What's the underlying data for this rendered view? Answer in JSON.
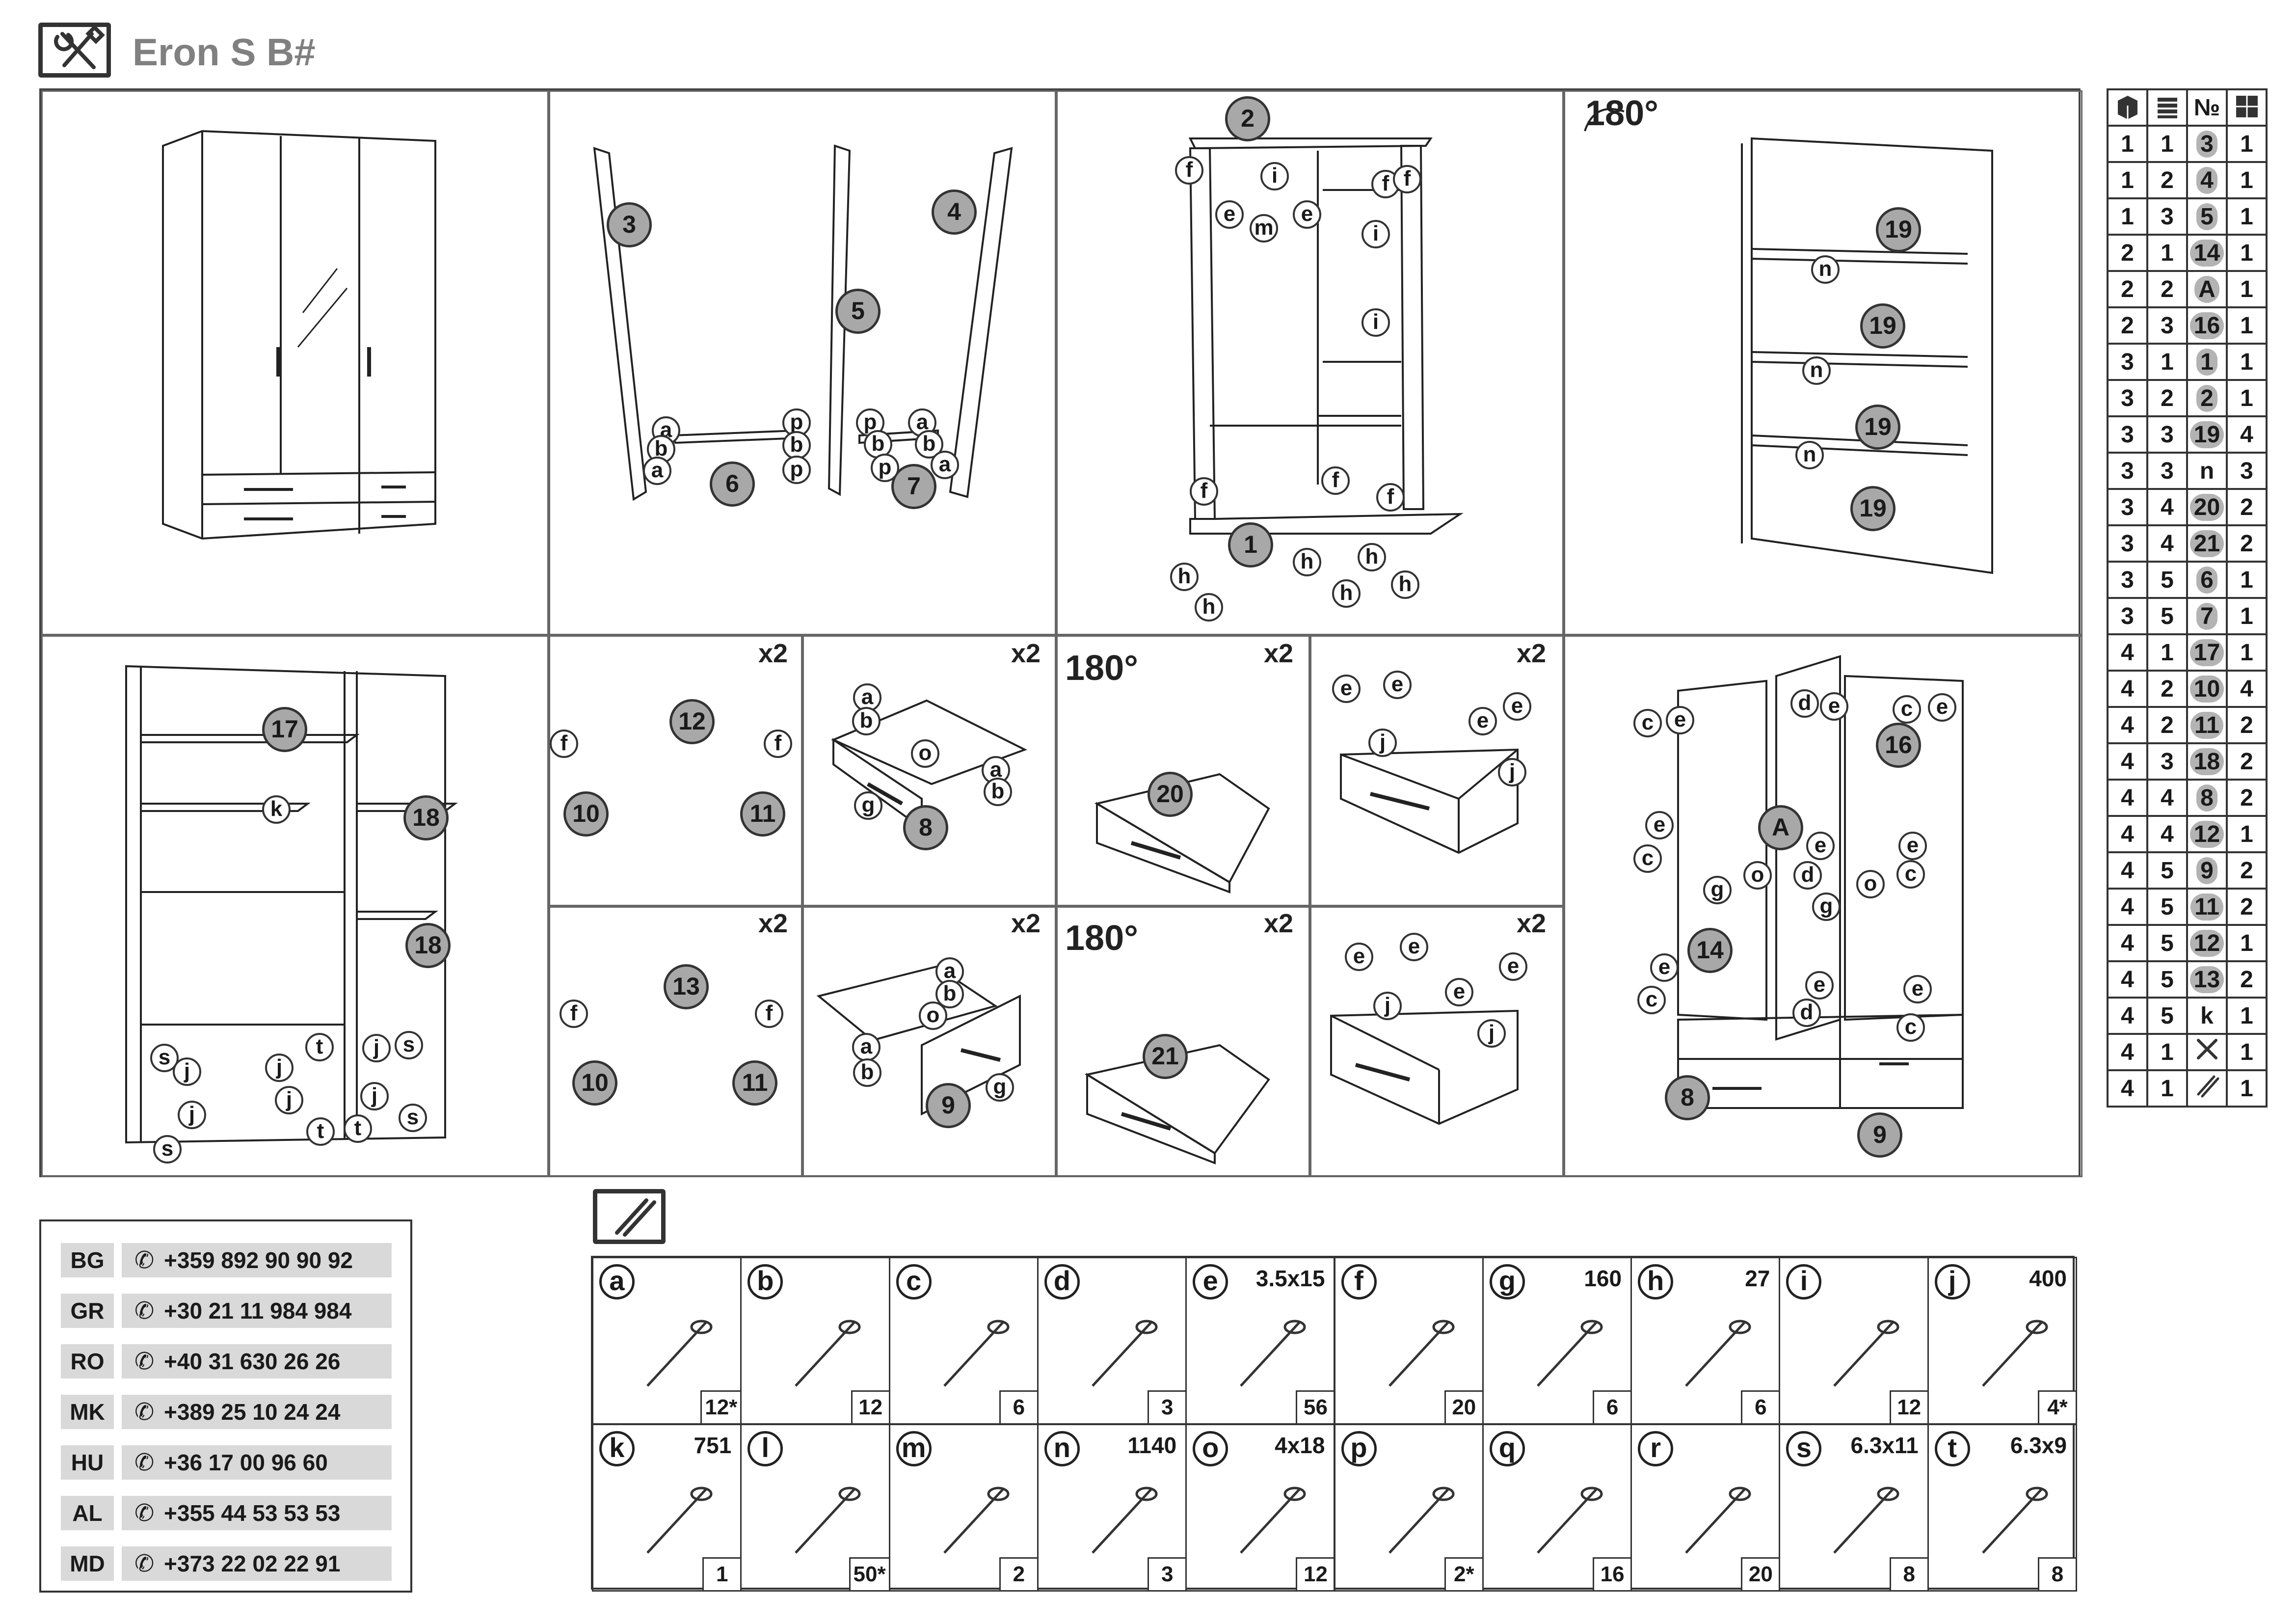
{
  "header": {
    "title": "Eron S B#",
    "icon": "tools-icon"
  },
  "steps": {
    "s2": {
      "labels": [
        "3",
        "4",
        "5",
        "6",
        "7"
      ],
      "small": [
        "a",
        "b",
        "a",
        "p",
        "b",
        "p",
        "p",
        "b",
        "p",
        "a",
        "b",
        "a"
      ]
    },
    "s3": {
      "labels": [
        "2",
        "1"
      ],
      "small": [
        "f",
        "i",
        "e",
        "m",
        "e",
        "f",
        "f",
        "i",
        "i",
        "f",
        "f",
        "f",
        "h",
        "h",
        "h",
        "h",
        "h",
        "h"
      ]
    },
    "s4": {
      "rotation": "180°",
      "labels": [
        "19",
        "19",
        "19",
        "19"
      ],
      "small": [
        "n",
        "n",
        "n"
      ]
    },
    "s5": {
      "labels": [
        "17",
        "18",
        "18"
      ],
      "small": [
        "k",
        "s",
        "j",
        "j",
        "t",
        "j",
        "s",
        "j",
        "j",
        "j",
        "t",
        "t",
        "s",
        "s"
      ]
    },
    "s6": {
      "mult": "x2",
      "labels": [
        "12",
        "10",
        "11"
      ],
      "small": [
        "f",
        "f"
      ]
    },
    "s7": {
      "mult": "x2",
      "labels": [
        "8"
      ],
      "small": [
        "a",
        "b",
        "o",
        "a",
        "b",
        "g"
      ]
    },
    "s8": {
      "mult": "x2",
      "rotation": "180°",
      "labels": [
        "20"
      ]
    },
    "s9": {
      "mult": "x2",
      "small": [
        "e",
        "e",
        "j",
        "e",
        "e",
        "j"
      ]
    },
    "s10": {
      "labels": [
        "16",
        "A",
        "14",
        "8",
        "9"
      ],
      "small": [
        "c",
        "e",
        "d",
        "e",
        "c",
        "e",
        "e",
        "c",
        "g",
        "o",
        "d",
        "e",
        "g",
        "o",
        "e",
        "c",
        "e",
        "c",
        "e",
        "d",
        "e",
        "c"
      ]
    },
    "s11": {
      "mult": "x2",
      "labels": [
        "13",
        "10",
        "11"
      ],
      "small": [
        "f",
        "f"
      ]
    },
    "s12": {
      "mult": "x2",
      "labels": [
        "9"
      ],
      "small": [
        "a",
        "b",
        "o",
        "a",
        "b",
        "g"
      ]
    },
    "s13": {
      "mult": "x2",
      "rotation": "180°",
      "labels": [
        "21"
      ]
    },
    "s14": {
      "mult": "x2",
      "small": [
        "e",
        "e",
        "j",
        "e",
        "e",
        "j"
      ]
    }
  },
  "parts_table": {
    "header_icons": [
      "box-icon",
      "stack-icon",
      "№",
      "count-icon"
    ],
    "rows": [
      [
        "1",
        "1",
        "3",
        "1"
      ],
      [
        "1",
        "2",
        "4",
        "1"
      ],
      [
        "1",
        "3",
        "5",
        "1"
      ],
      [
        "2",
        "1",
        "14",
        "1"
      ],
      [
        "2",
        "2",
        "A",
        "1"
      ],
      [
        "2",
        "3",
        "16",
        "1"
      ],
      [
        "3",
        "1",
        "1",
        "1"
      ],
      [
        "3",
        "2",
        "2",
        "1"
      ],
      [
        "3",
        "3",
        "19",
        "4"
      ],
      [
        "3",
        "3",
        "n",
        "3"
      ],
      [
        "3",
        "4",
        "20",
        "2"
      ],
      [
        "3",
        "4",
        "21",
        "2"
      ],
      [
        "3",
        "5",
        "6",
        "1"
      ],
      [
        "3",
        "5",
        "7",
        "1"
      ],
      [
        "4",
        "1",
        "17",
        "1"
      ],
      [
        "4",
        "2",
        "10",
        "4"
      ],
      [
        "4",
        "2",
        "11",
        "2"
      ],
      [
        "4",
        "3",
        "18",
        "2"
      ],
      [
        "4",
        "4",
        "8",
        "2"
      ],
      [
        "4",
        "4",
        "12",
        "1"
      ],
      [
        "4",
        "5",
        "9",
        "2"
      ],
      [
        "4",
        "5",
        "11",
        "2"
      ],
      [
        "4",
        "5",
        "12",
        "1"
      ],
      [
        "4",
        "5",
        "13",
        "2"
      ],
      [
        "4",
        "5",
        "k",
        "1"
      ],
      [
        "4",
        "1",
        "tools-icon",
        "1"
      ],
      [
        "4",
        "1",
        "screws-icon",
        "1"
      ]
    ]
  },
  "phones": [
    {
      "code": "BG",
      "number": "+359 892 90 90 92"
    },
    {
      "code": "GR",
      "number": "+30 21 11 984 984"
    },
    {
      "code": "RO",
      "number": "+40 31 630 26 26"
    },
    {
      "code": "MK",
      "number": "+389 25 10 24 24"
    },
    {
      "code": "HU",
      "number": "+36 17 00 96 60"
    },
    {
      "code": "AL",
      "number": "+355 44 53 53 53"
    },
    {
      "code": "MD",
      "number": "+373 22 02 22 91"
    }
  ],
  "hardware": [
    {
      "letter": "a",
      "size": "",
      "qty": "12*",
      "icon": "cam-bolt-icon"
    },
    {
      "letter": "b",
      "size": "",
      "qty": "12",
      "icon": "dowel-icon"
    },
    {
      "letter": "c",
      "size": "",
      "qty": "6",
      "icon": "hinge-icon"
    },
    {
      "letter": "d",
      "size": "",
      "qty": "3",
      "icon": "hinge-icon"
    },
    {
      "letter": "e",
      "size": "3.5x15",
      "qty": "56",
      "icon": "screw-icon"
    },
    {
      "letter": "f",
      "size": "",
      "qty": "20",
      "icon": "confirmat-screw-icon"
    },
    {
      "letter": "g",
      "size": "160",
      "qty": "6",
      "icon": "handle-icon"
    },
    {
      "letter": "h",
      "size": "27",
      "qty": "6",
      "icon": "foot-icon"
    },
    {
      "letter": "i",
      "size": "",
      "qty": "12",
      "icon": "shelf-pin-icon"
    },
    {
      "letter": "j",
      "size": "400",
      "qty": "4*",
      "icon": "drawer-slide-icon"
    },
    {
      "letter": "k",
      "size": "751",
      "qty": "1",
      "icon": "rail-icon"
    },
    {
      "letter": "l",
      "size": "",
      "qty": "50*",
      "icon": "nail-icon"
    },
    {
      "letter": "m",
      "size": "",
      "qty": "2",
      "icon": "rail-holder-icon"
    },
    {
      "letter": "n",
      "size": "1140",
      "qty": "3",
      "icon": "profile-icon"
    },
    {
      "letter": "o",
      "size": "4x18",
      "qty": "12",
      "icon": "screw-icon"
    },
    {
      "letter": "p",
      "size": "",
      "qty": "2*",
      "icon": "cam-bolt-icon"
    },
    {
      "letter": "q",
      "size": "",
      "qty": "16",
      "icon": "glide-icon"
    },
    {
      "letter": "r",
      "size": "",
      "qty": "20",
      "icon": "glide-nail-icon"
    },
    {
      "letter": "s",
      "size": "6.3x11",
      "qty": "8",
      "icon": "screw-icon"
    },
    {
      "letter": "t",
      "size": "6.3x9",
      "qty": "8",
      "icon": "screw-icon"
    }
  ]
}
